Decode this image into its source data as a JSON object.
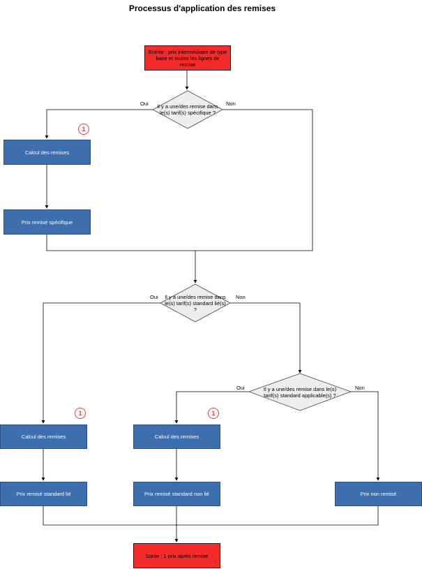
{
  "title": "Processus d'application des remises",
  "nodes": {
    "entree": "Entrée : prix intermédiaire de type base et toutes les lignes de remise",
    "decision_specifique": "Il y a une/des remise dans le(s) tarif(s) spécifique ?",
    "calcul_1": "Calcul des remises",
    "prix_specifique": "Prix remisé spécifique",
    "decision_standard_lie": "Il y a une/des remise dans le(s) tarif(s) standard lié(s) ?",
    "decision_standard_applicable": "Il y a une/des remise dans le(s) tarif(s) standard applicable(s) ?",
    "calcul_2": "Calcul des remises",
    "calcul_3": "Calcul des remises",
    "prix_standard_lie": "Prix remisé standard lié",
    "prix_standard_non_lie": "Prix remisé standard non lié",
    "prix_non_remise": "Prix non remisé",
    "sortie": "Sortie : 1 prix après remise"
  },
  "edge_labels": {
    "oui": "Oui",
    "non": "Non"
  },
  "badge": "1",
  "colors": {
    "io": "#f32b2b",
    "process": "#3d6eae",
    "decision": "#eeeeee",
    "badge": "#ee3b3b"
  }
}
